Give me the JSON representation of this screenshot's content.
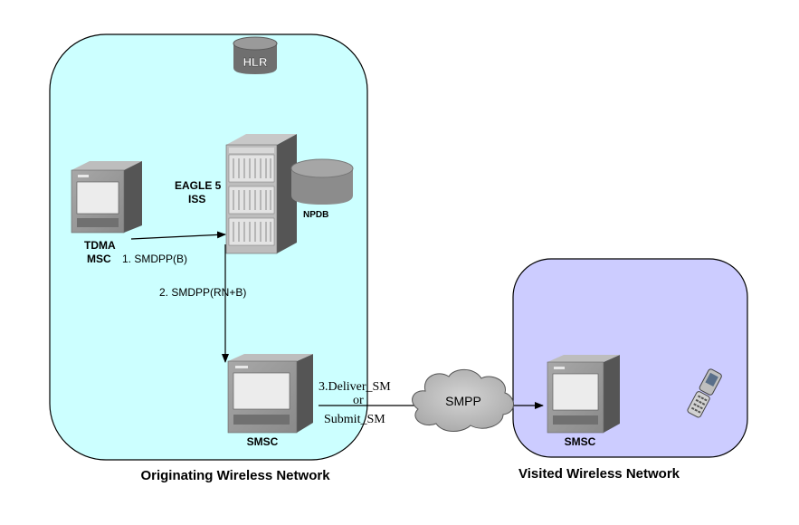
{
  "networks": {
    "originating_label": "Originating Wireless Network",
    "visited_label": "Visited Wireless Network",
    "originating_color": "#ccffff",
    "visited_color": "#ccccff"
  },
  "nodes": {
    "hlr": "HLR",
    "eagle_line1": "EAGLE 5",
    "eagle_line2": "ISS",
    "npdb": "NPDB",
    "tdma_line1": "TDMA",
    "tdma_line2": "MSC",
    "smsc_origin": "SMSC",
    "smsc_visited": "SMSC",
    "smpp": "SMPP"
  },
  "messages": {
    "step1": "1. SMDPP(B)",
    "step2": "2. SMDPP(RN+B)",
    "step3_line1": "3.Deliver_SM",
    "step3_line2": "or",
    "step3_line3": "Submit_SM"
  }
}
